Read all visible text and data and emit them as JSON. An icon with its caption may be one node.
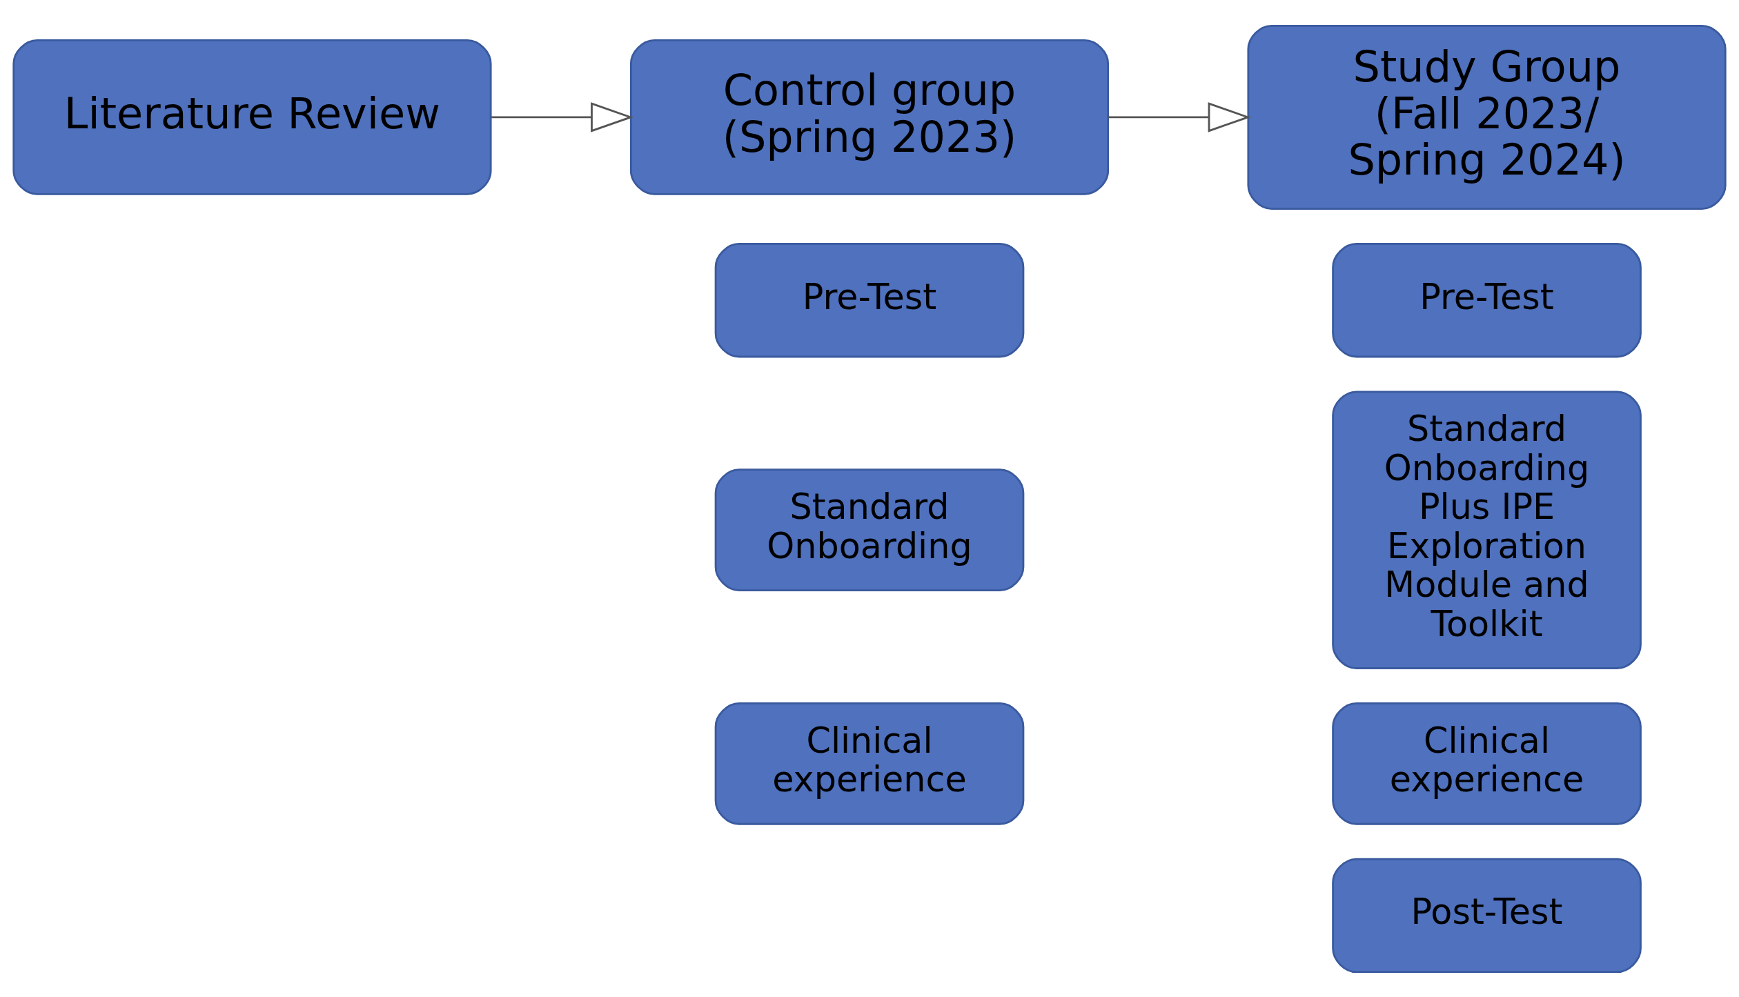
{
  "diagram": {
    "nodes": [
      {
        "text": [
          "Literature Review"
        ]
      },
      {
        "text": [
          "Control group (Spring 2023)"
        ]
      },
      {
        "text": [
          "Study Group (Fall 2023/ Spring 2024)"
        ]
      },
      {
        "text": [
          "Pre-Test"
        ]
      },
      {
        "text": [
          "Standard Onboarding"
        ]
      },
      {
        "text": [
          "Clinical experience"
        ]
      },
      {
        "text": [
          "Pre-Test"
        ]
      },
      {
        "text": [
          "Standard Onboarding Plus IPE Exploration Module and Toolkit"
        ]
      },
      {
        "text": [
          "Clinical experience"
        ]
      },
      {
        "text": [
          "Post-Test"
        ]
      }
    ],
    "edges": [
      {
        "from": 0,
        "to": 1,
        "arrow": "to"
      },
      {
        "from": 1,
        "to": 2,
        "arrow": "to"
      }
    ]
  }
}
